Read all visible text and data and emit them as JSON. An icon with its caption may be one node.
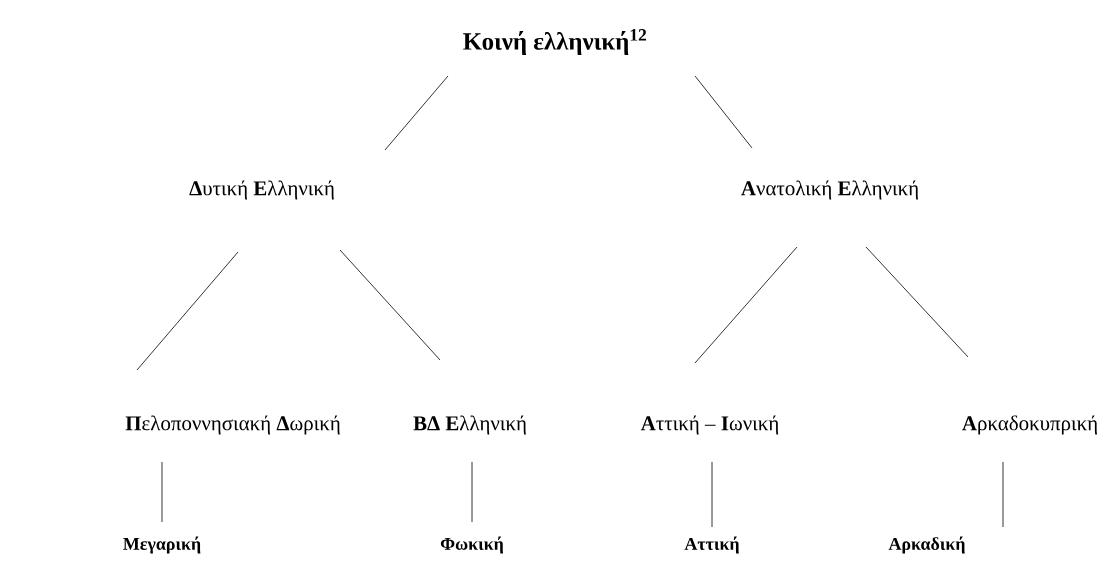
{
  "diagram": {
    "nodes": [
      {
        "text": [
          "Κοινή ελληνική$^{12}$"
        ]
      },
      {
        "text": [
          "**Δ**υτική **Ε**λληνική"
        ]
      },
      {
        "text": [
          "**Α**νατολική **Ε**λληνική"
        ]
      },
      {
        "text": [
          "**Π**ελοποννησιακή **Δ**ωρική"
        ]
      },
      {
        "text": [
          "**ΒΔ Ε**λληνική"
        ]
      },
      {
        "text": [
          "**Α**ττική – **Ι**ωνική"
        ]
      },
      {
        "text": [
          "**Α**ρκαδοκυπρική"
        ]
      },
      {
        "text": [
          "Μεγαρική"
        ]
      },
      {
        "text": [
          "Φωκική"
        ]
      },
      {
        "text": [
          "Αττική"
        ]
      },
      {
        "text": [
          "Αρκαδική"
        ]
      }
    ],
    "edges": [
      {
        "from": 0,
        "to": 1,
        "arrow": "none"
      },
      {
        "from": 0,
        "to": 2,
        "arrow": "none"
      },
      {
        "from": 1,
        "to": 3,
        "arrow": "none"
      },
      {
        "from": 1,
        "to": 4,
        "arrow": "none"
      },
      {
        "from": 2,
        "to": 5,
        "arrow": "none"
      },
      {
        "from": 2,
        "to": 6,
        "arrow": "none"
      },
      {
        "from": 3,
        "to": 7,
        "arrow": "none"
      },
      {
        "from": 4,
        "to": 8,
        "arrow": "none"
      },
      {
        "from": 5,
        "to": 9,
        "arrow": "none"
      },
      {
        "from": 6,
        "to": 10,
        "arrow": "none"
      }
    ]
  }
}
